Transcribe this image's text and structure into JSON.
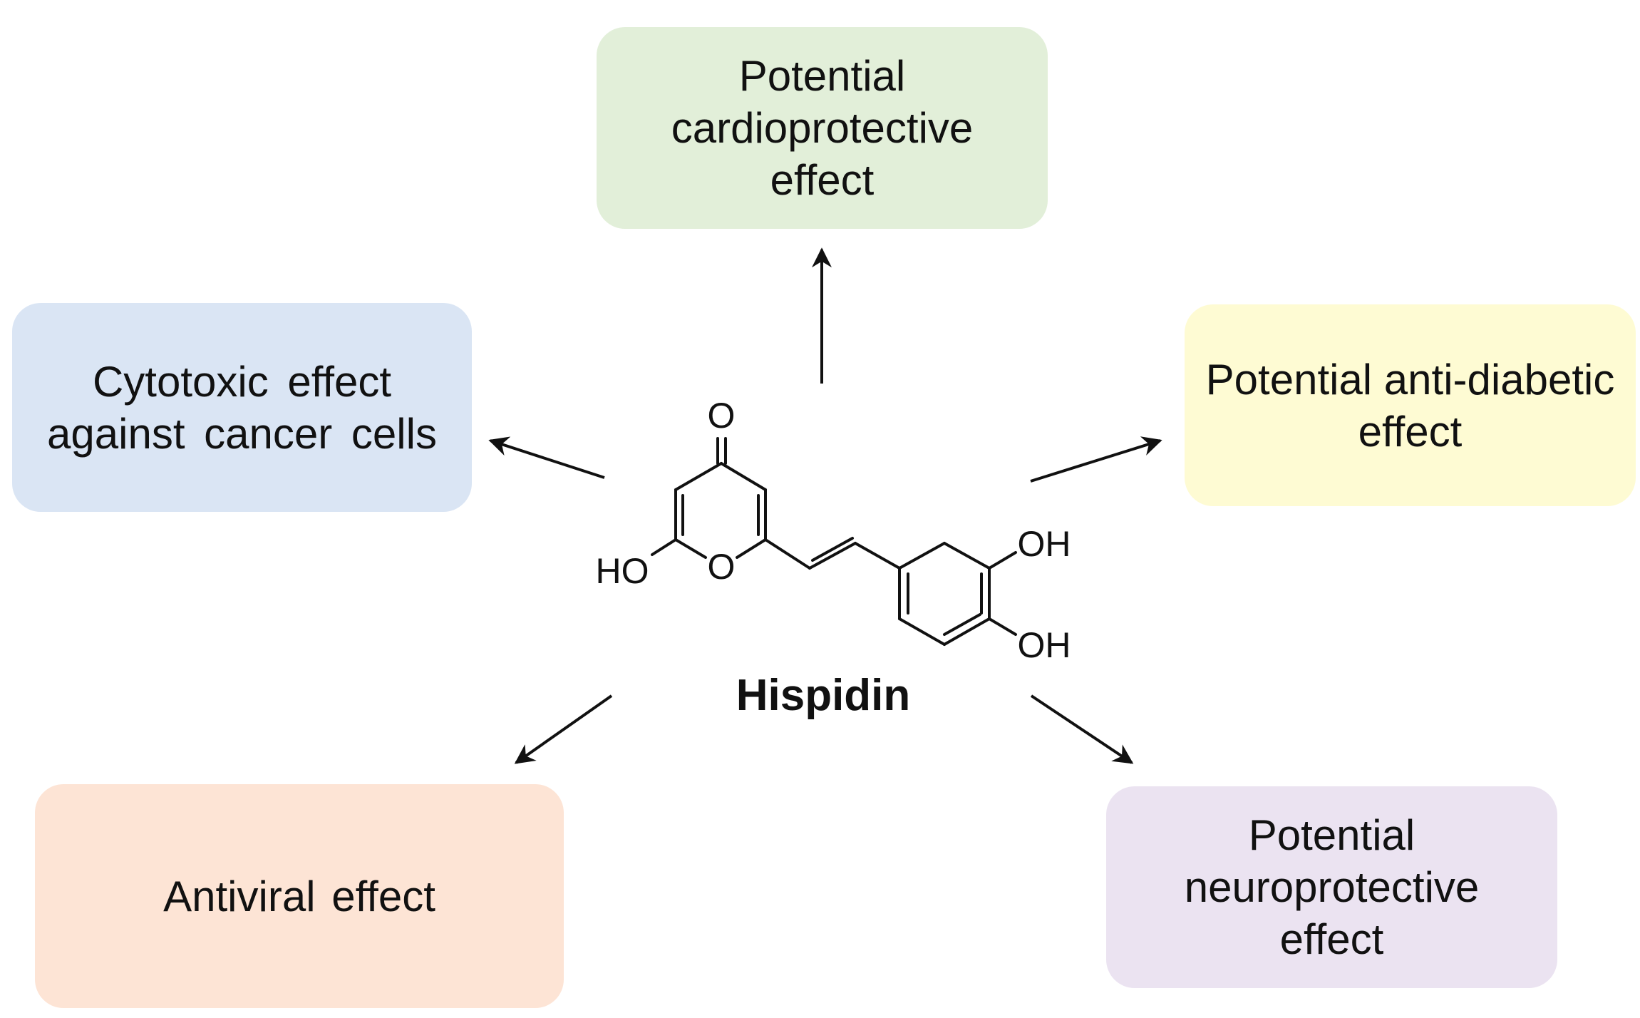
{
  "compound": {
    "name": "Hispidin",
    "atoms": {
      "carbonyl_o": "O",
      "ring_o": "O",
      "ho_left": "HO",
      "oh_top": "OH",
      "oh_bottom": "OH"
    }
  },
  "effects": [
    {
      "id": "top",
      "label": "Potential\ncardioprotective\neffect",
      "color": "#e2efd9"
    },
    {
      "id": "left",
      "label": "Cytotoxic effect\nagainst cancer cells",
      "color": "#dae5f4"
    },
    {
      "id": "right",
      "label": "Potential anti-diabetic\neffect",
      "color": "#fefbd3"
    },
    {
      "id": "bottom_left",
      "label": "Antiviral effect",
      "color": "#fde4d5"
    },
    {
      "id": "bottom_right",
      "label": "Potential\nneuroprotective\neffect",
      "color": "#ebe3f1"
    }
  ]
}
